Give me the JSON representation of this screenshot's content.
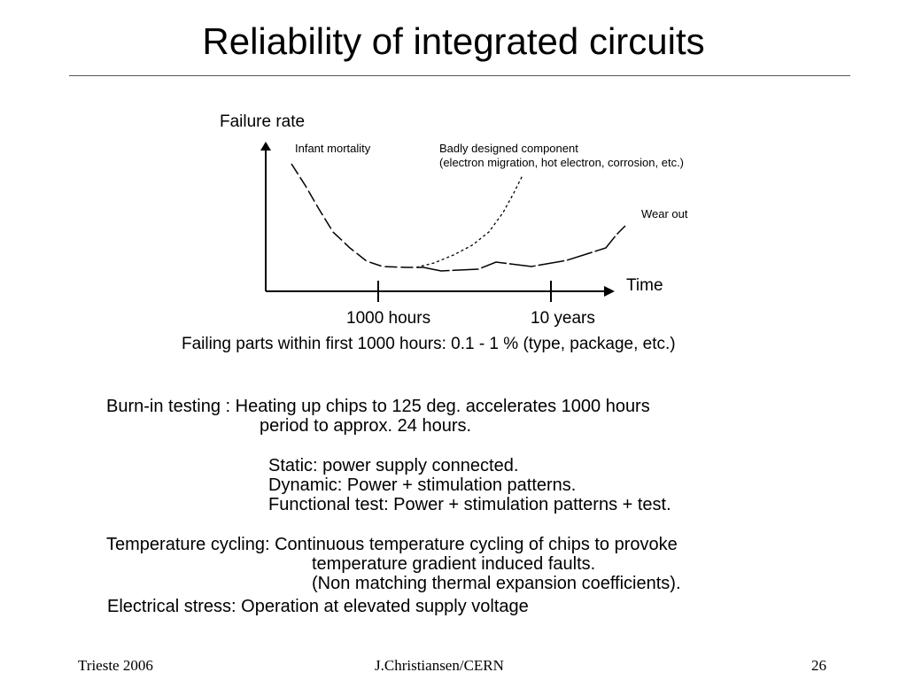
{
  "slide": {
    "title": "Reliability of integrated circuits"
  },
  "figure": {
    "y_axis_label": "Failure rate",
    "x_axis_label": "Time",
    "annotation_infant": "Infant mortality",
    "annotation_bad_design_1": "Badly designed component",
    "annotation_bad_design_2": "(electron migration, hot electron, corrosion, etc.)",
    "annotation_wearout": "Wear out",
    "tick_1": "1000 hours",
    "tick_2": "10 years",
    "caption": "Failing parts within first 1000 hours: 0.1 - 1 %  (type, package, etc.)"
  },
  "body": {
    "burnin_line1": "Burn-in testing : Heating up chips to 125 deg. accelerates 1000 hours",
    "burnin_line2": "period to approx. 24 hours.",
    "static": "Static: power supply connected.",
    "dynamic": "Dynamic: Power + stimulation patterns.",
    "functional": "Functional test: Power + stimulation patterns + test.",
    "tempcycle_line1": "Temperature cycling: Continuous temperature cycling of chips to provoke",
    "tempcycle_line2": "temperature gradient induced faults.",
    "tempcycle_line3": "(Non matching thermal expansion coefficients).",
    "electrical": "Electrical stress: Operation at elevated supply voltage"
  },
  "footer": {
    "left": "Trieste 2006",
    "center": "J.Christiansen/CERN",
    "page_number": "26"
  }
}
